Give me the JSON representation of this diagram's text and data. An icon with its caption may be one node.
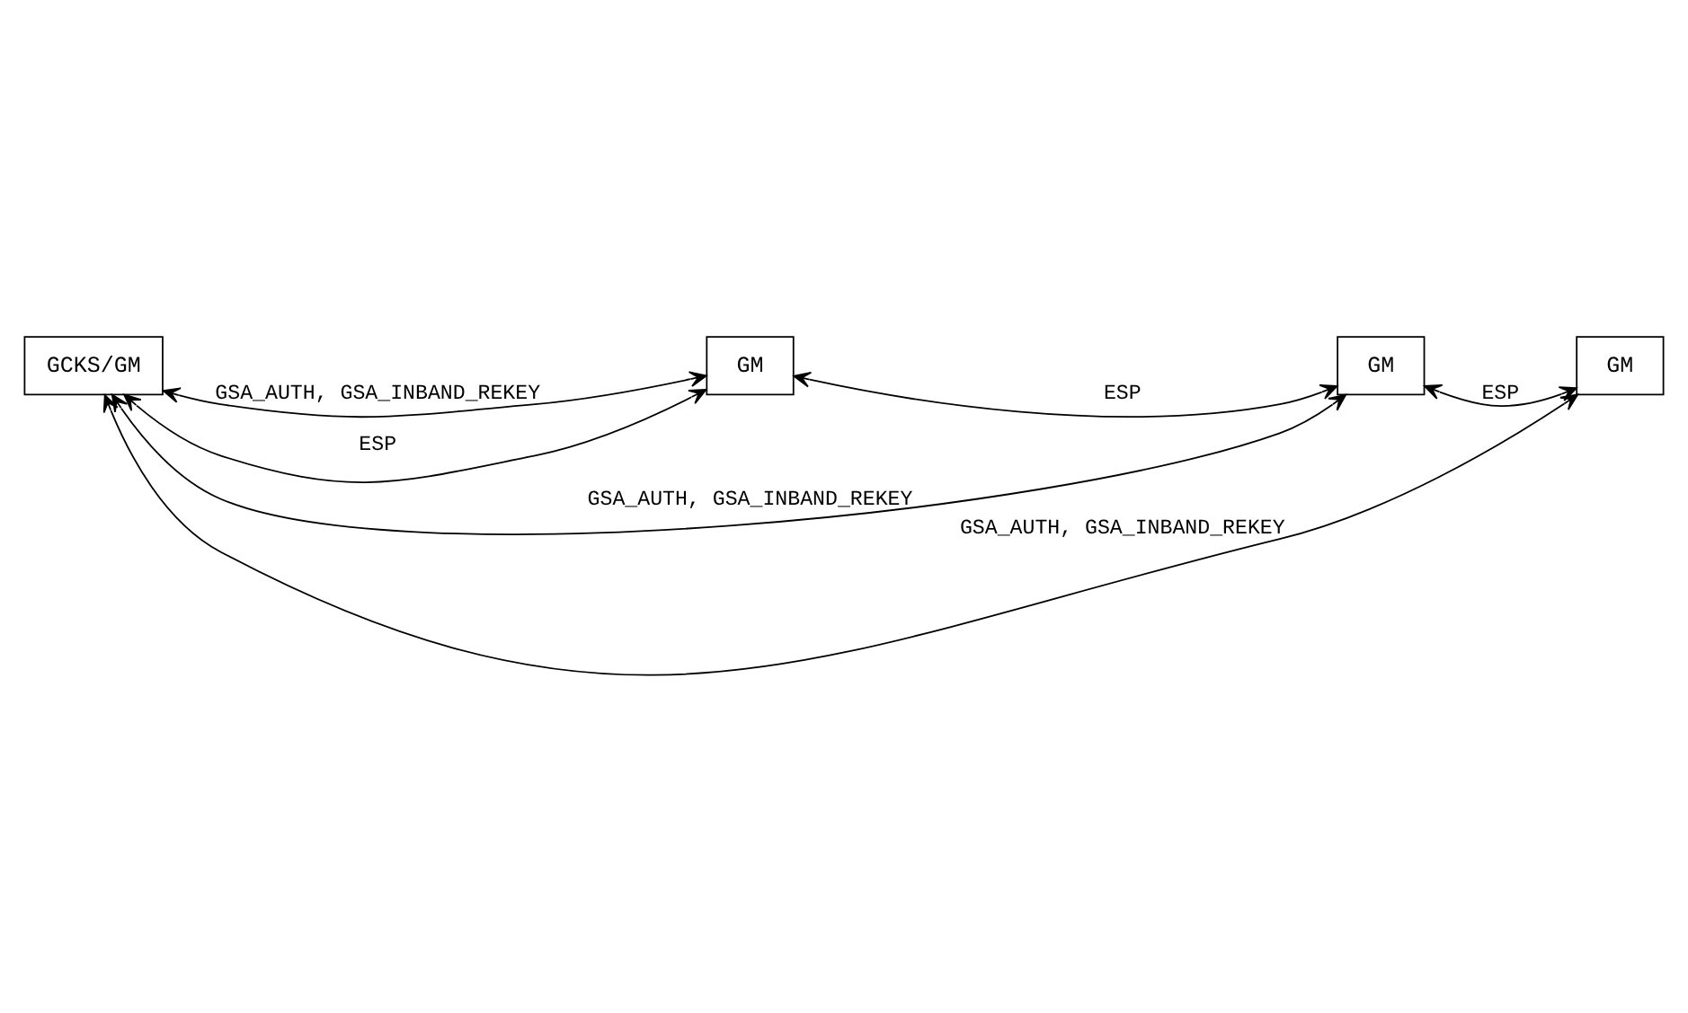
{
  "diagram": {
    "nodes": [
      {
        "text": [
          "GCKS/GM"
        ]
      },
      {
        "text": [
          "GM"
        ]
      },
      {
        "text": [
          "GM"
        ]
      },
      {
        "text": [
          "GM"
        ]
      }
    ],
    "edges": [
      {
        "from": 0,
        "to": 3,
        "arrow": "both",
        "label": "GSA_AUTH, GSA_INBAND_REKEY"
      },
      {
        "from": 0,
        "to": 2,
        "arrow": "both",
        "label": "GSA_AUTH, GSA_INBAND_REKEY"
      },
      {
        "from": 0,
        "to": 1,
        "arrow": "both",
        "label": "GSA_AUTH, GSA_INBAND_REKEY"
      },
      {
        "from": 0,
        "to": 1,
        "arrow": "both",
        "label": "ESP"
      },
      {
        "from": 1,
        "to": 2,
        "arrow": "both",
        "label": "ESP"
      },
      {
        "from": 2,
        "to": 3,
        "arrow": "both",
        "label": "ESP"
      }
    ]
  }
}
